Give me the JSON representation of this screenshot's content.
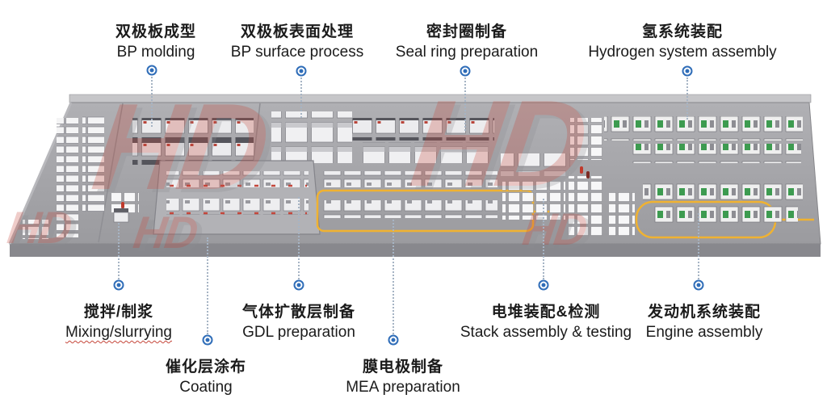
{
  "colors": {
    "accent": "#2f6db8",
    "agv-yellow": "#f0b231",
    "wm-red": "#c5463a",
    "wm-gray": "#8e8e93"
  },
  "watermark": {
    "text": "HD"
  },
  "callouts": {
    "top": [
      {
        "zh": "双极板成型",
        "en": "BP molding"
      },
      {
        "zh": "双极板表面处理",
        "en": "BP surface process"
      },
      {
        "zh": "密封圈制备",
        "en": "Seal ring preparation"
      },
      {
        "zh": "氢系统装配",
        "en": "Hydrogen system assembly"
      }
    ],
    "bottom": [
      {
        "zh": "搅拌/制浆",
        "en": "Mixing/slurrying"
      },
      {
        "zh": "气体扩散层制备",
        "en": "GDL preparation"
      },
      {
        "zh": "催化层涂布",
        "en": "Coating"
      },
      {
        "zh": "膜电极制备",
        "en": "MEA preparation"
      },
      {
        "zh": "电堆装配&检测",
        "en": "Stack assembly & testing"
      },
      {
        "zh": "发动机系统装配",
        "en": "Engine assembly"
      }
    ]
  }
}
